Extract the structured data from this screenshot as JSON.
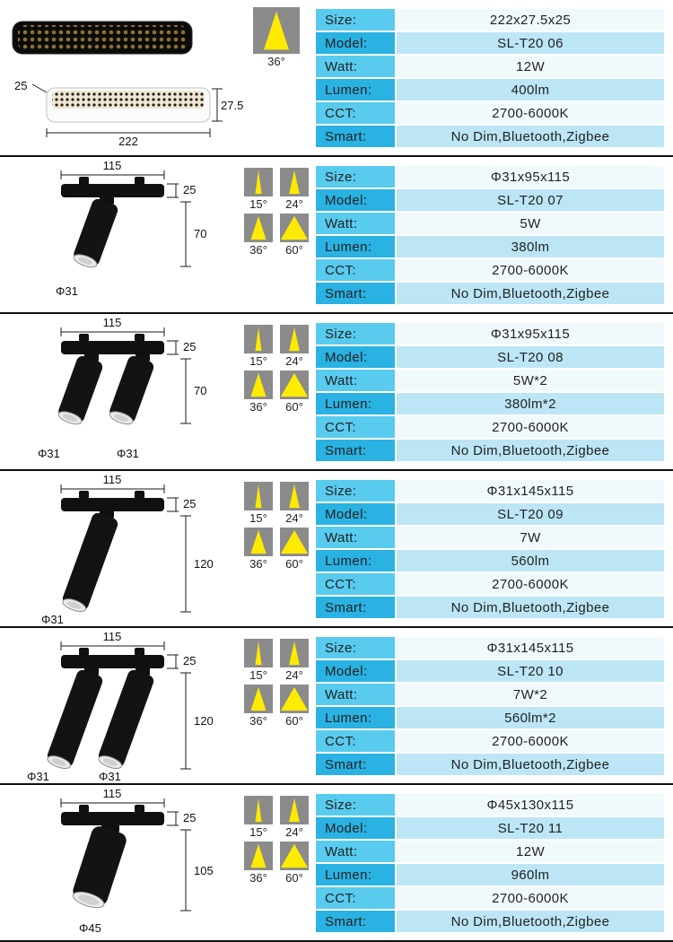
{
  "spec_labels": [
    "Size:",
    "Model:",
    "Watt:",
    "Lumen:",
    "CCT:",
    "Smart:"
  ],
  "products": [
    {
      "name": "linear-magnetic-track-light",
      "beam_angles": [
        "36°"
      ],
      "dims": {
        "side": "25",
        "depth": "27.5",
        "length": "222"
      },
      "specs": [
        "222x27.5x25",
        "SL-T20 06",
        "12W",
        "400lm",
        "2700-6000K",
        "No Dim,Bluetooth,Zigbee"
      ]
    },
    {
      "name": "single-spot-short",
      "beam_angles": [
        "15°",
        "24°",
        "36°",
        "60°"
      ],
      "dims": {
        "track": "115",
        "base_height": "25",
        "drop": "70",
        "d1": "Φ31"
      },
      "specs": [
        "Φ31x95x115",
        "SL-T20 07",
        "5W",
        "380lm",
        "2700-6000K",
        "No Dim,Bluetooth,Zigbee"
      ]
    },
    {
      "name": "double-spot-short",
      "beam_angles": [
        "15°",
        "24°",
        "36°",
        "60°"
      ],
      "dims": {
        "track": "115",
        "base_height": "25",
        "drop": "70",
        "d1": "Φ31",
        "d2": "Φ31"
      },
      "specs": [
        "Φ31x95x115",
        "SL-T20 08",
        "5W*2",
        "380lm*2",
        "2700-6000K",
        "No Dim,Bluetooth,Zigbee"
      ]
    },
    {
      "name": "single-spot-long",
      "beam_angles": [
        "15°",
        "24°",
        "36°",
        "60°"
      ],
      "dims": {
        "track": "115",
        "base_height": "25",
        "drop": "120",
        "d1": "Φ31"
      },
      "specs": [
        "Φ31x145x115",
        "SL-T20 09",
        "7W",
        "560lm",
        "2700-6000K",
        "No Dim,Bluetooth,Zigbee"
      ]
    },
    {
      "name": "double-spot-long",
      "beam_angles": [
        "15°",
        "24°",
        "36°",
        "60°"
      ],
      "dims": {
        "track": "115",
        "base_height": "25",
        "drop": "120",
        "d1": "Φ31",
        "d2": "Φ31"
      },
      "specs": [
        "Φ31x145x115",
        "SL-T20 10",
        "7W*2",
        "560lm*2",
        "2700-6000K",
        "No Dim,Bluetooth,Zigbee"
      ]
    },
    {
      "name": "single-spot-large",
      "beam_angles": [
        "15°",
        "24°",
        "36°",
        "60°"
      ],
      "dims": {
        "track": "115",
        "base_height": "25",
        "drop": "105",
        "d1": "Φ45"
      },
      "specs": [
        "Φ45x130x115",
        "SL-T20 11",
        "12W",
        "960lm",
        "2700-6000K",
        "No Dim,Bluetooth,Zigbee"
      ]
    }
  ]
}
